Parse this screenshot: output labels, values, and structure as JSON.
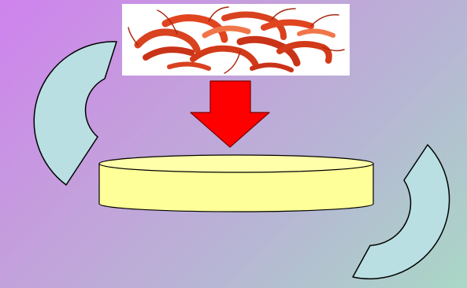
{
  "slide": {
    "background_colors": [
      "#cf82ee",
      "#c49fdc",
      "#b7b6d4",
      "#a9d8c6"
    ]
  },
  "diagram": {
    "photo": {
      "subject": "dried-red-shrimp-photo",
      "background_color": "#ffffff",
      "shrimp_colors": [
        "#e0451f",
        "#c93318",
        "#f0764a"
      ]
    },
    "arrow": {
      "icon": "down-arrow-icon",
      "fill_color": "#ff0000",
      "stroke_color": "#7a0000"
    },
    "dish": {
      "shape": "cylinder",
      "fill_color": "#ffff99",
      "stroke_color": "#000000"
    },
    "arcs": [
      {
        "name": "left-arc",
        "opening": "right",
        "fill_color": "#b9dfe2"
      },
      {
        "name": "right-arc",
        "opening": "left",
        "fill_color": "#b9dfe2"
      }
    ]
  }
}
